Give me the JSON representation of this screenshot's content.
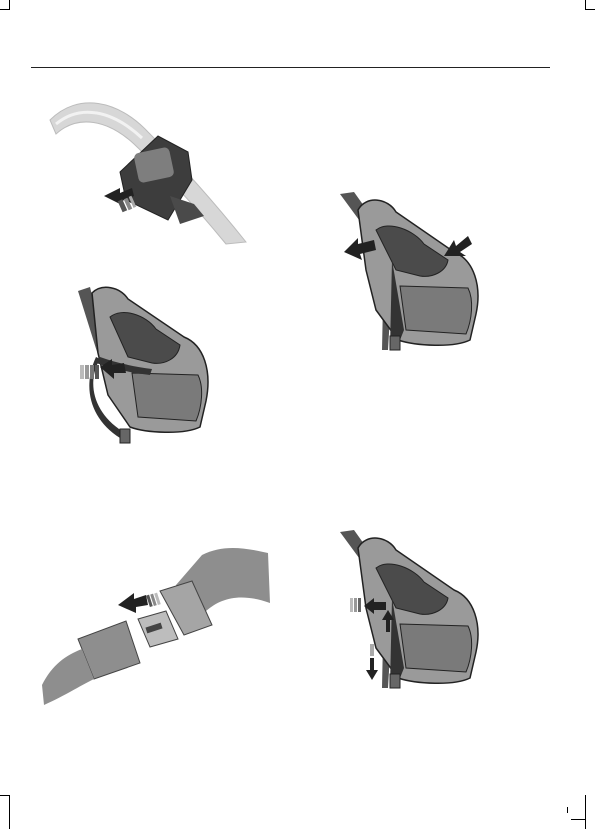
{
  "page": {
    "header_text": "",
    "footer_text": ""
  },
  "figures": [
    {
      "id": "belt-sleeve-slide",
      "icon": "seatbelt-sleeve-arrow-icon"
    },
    {
      "id": "child-seat-push-back",
      "icon": "child-seat-push-icon"
    },
    {
      "id": "child-seat-belt-route",
      "icon": "child-seat-belt-route-icon"
    },
    {
      "id": "buckle-latch",
      "icon": "buckle-tongue-icon"
    },
    {
      "id": "child-seat-tighten",
      "icon": "child-seat-tighten-icon"
    }
  ]
}
